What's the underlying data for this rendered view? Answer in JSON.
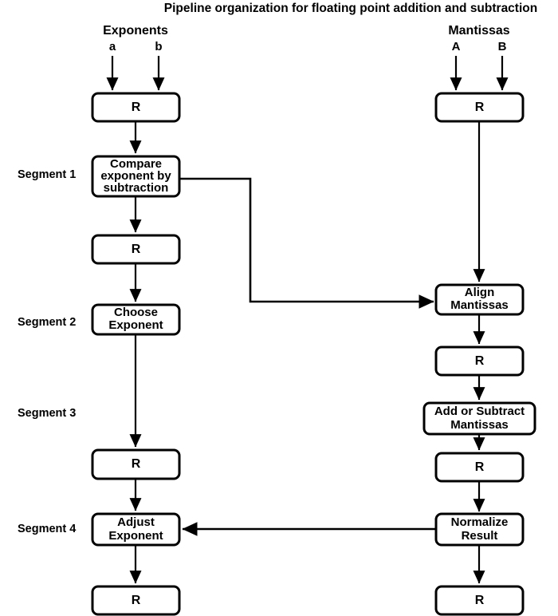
{
  "title": "Pipeline organization for floating point addition and subtraction",
  "columns": {
    "left": {
      "header": "Exponents",
      "inputs": [
        "a",
        "b"
      ]
    },
    "right": {
      "header": "Mantissas",
      "inputs": [
        "A",
        "B"
      ]
    }
  },
  "segments": [
    {
      "label": "Segment 1"
    },
    {
      "label": "Segment 2"
    },
    {
      "label": "Segment 3"
    },
    {
      "label": "Segment 4"
    }
  ],
  "nodes": {
    "left": [
      {
        "id": "left-r-1",
        "label": "R",
        "kind": "register"
      },
      {
        "id": "compare-exponent",
        "label": "Compare\nexponent by\nsubtraction",
        "kind": "operation"
      },
      {
        "id": "left-r-2",
        "label": "R",
        "kind": "register"
      },
      {
        "id": "choose-exponent",
        "label": "Choose\nExponent",
        "kind": "operation"
      },
      {
        "id": "left-r-3",
        "label": "R",
        "kind": "register"
      },
      {
        "id": "adjust-exponent",
        "label": "Adjust\nExponent",
        "kind": "operation"
      },
      {
        "id": "left-r-4",
        "label": "R",
        "kind": "register"
      }
    ],
    "right": [
      {
        "id": "right-r-1",
        "label": "R",
        "kind": "register"
      },
      {
        "id": "align-mantissas",
        "label": "Align\nMantissas",
        "kind": "operation"
      },
      {
        "id": "right-r-2",
        "label": "R",
        "kind": "register"
      },
      {
        "id": "add-or-subtract-mantissas",
        "label": "Add or Subtract\nMantissas",
        "kind": "operation"
      },
      {
        "id": "right-r-3",
        "label": "R",
        "kind": "register"
      },
      {
        "id": "normalize-result",
        "label": "Normalize\nResult",
        "kind": "operation"
      },
      {
        "id": "right-r-4",
        "label": "R",
        "kind": "register"
      }
    ]
  },
  "colors": {
    "stroke": "#000000",
    "fill": "#ffffff",
    "background": "#ffffff"
  }
}
